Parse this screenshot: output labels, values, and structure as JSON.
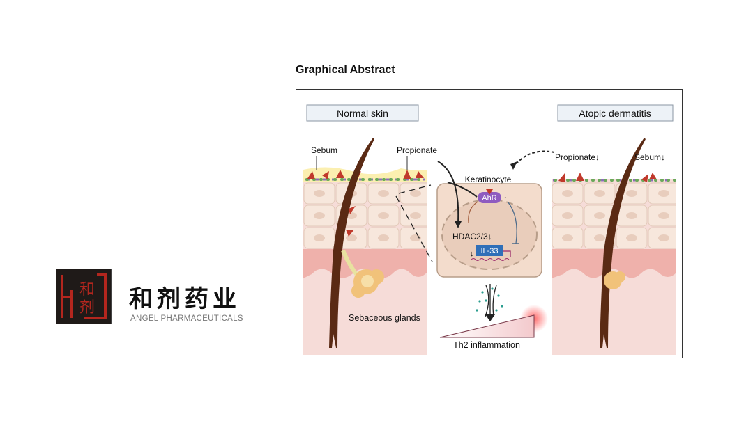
{
  "title": "Graphical Abstract",
  "logo": {
    "seal_chars": "和剂",
    "seal_letter": "H",
    "chinese_name": "和剂药业",
    "english_name": "ANGEL PHARMACEUTICALS"
  },
  "diagram": {
    "normal_panel_label": "Normal skin",
    "ad_panel_label": "Atopic dermatitis",
    "sebum_label": "Sebum",
    "propionate_label": "Propionate",
    "sebaceous_label": "Sebaceous glands",
    "keratinocyte_label": "Keratinocyte",
    "ahr_label": "AhR",
    "hdac_label": "HDAC2/3↓",
    "il33_label": "IL-33",
    "th2_label": "Th2 inflammation",
    "ad_propionate_label": "Propionate↓",
    "ad_sebum_label": "Sebum↓",
    "ahr_arrow": "↑",
    "il33_arrow": "↓"
  },
  "colors": {
    "skin_pink": "#f6d9d6",
    "dermis": "#efb3ad",
    "cell": "#f5e4d8",
    "hair": "#5a2a14",
    "ahr": "#8e5bc0",
    "il33": "#2f6fb8",
    "triangle": "#c0392b",
    "label_box": "#edf2f7",
    "seal_red": "#b3261e"
  }
}
